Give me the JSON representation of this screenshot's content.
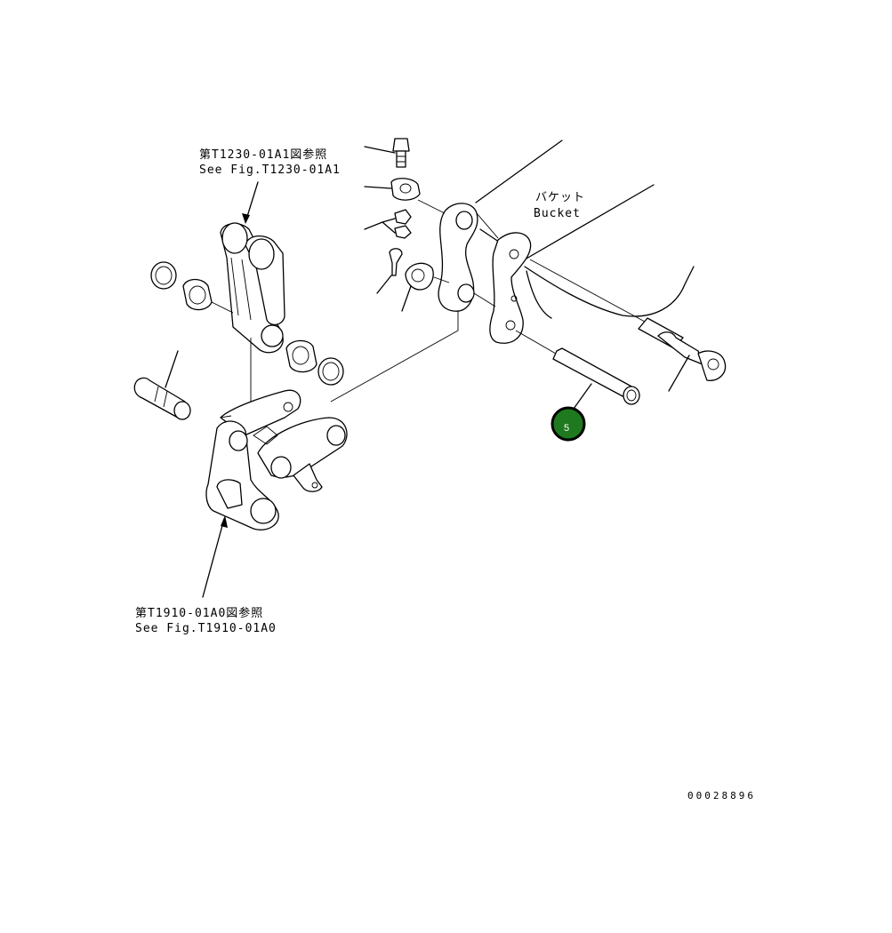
{
  "labels": {
    "ref_top_jp": "第T1230-01A1図参照",
    "ref_top_en": "See Fig.T1230-01A1",
    "ref_bottom_jp": "第T1910-01A0図参照",
    "ref_bottom_en": "See Fig.T1910-01A0",
    "bucket_jp": "バケット",
    "bucket_en": "Bucket"
  },
  "balloon": {
    "number": "5",
    "color": "#1f7a1f",
    "ring_color": "#000000"
  },
  "drawing_number": "00028896"
}
